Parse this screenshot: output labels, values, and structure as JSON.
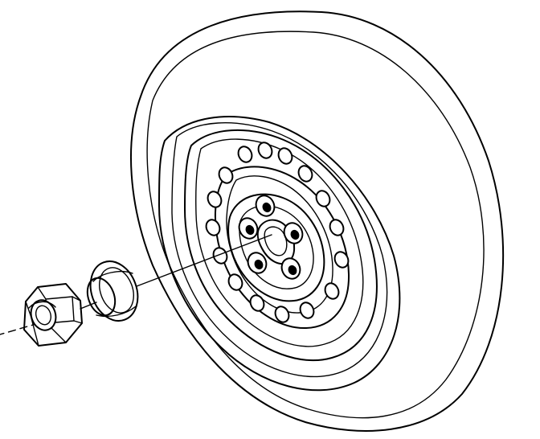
{
  "diagram": {
    "components": [
      {
        "name": "tire",
        "type": "part"
      },
      {
        "name": "wheel",
        "type": "part"
      },
      {
        "name": "wheel-bolts",
        "type": "part",
        "count": 5
      },
      {
        "name": "wheel-rim-holes",
        "type": "part",
        "count": 16
      },
      {
        "name": "washer",
        "type": "part"
      },
      {
        "name": "hex-nut",
        "type": "part"
      },
      {
        "name": "centerline",
        "type": "axis"
      }
    ],
    "colors": {
      "stroke": "#000000",
      "background": "#ffffff"
    }
  }
}
